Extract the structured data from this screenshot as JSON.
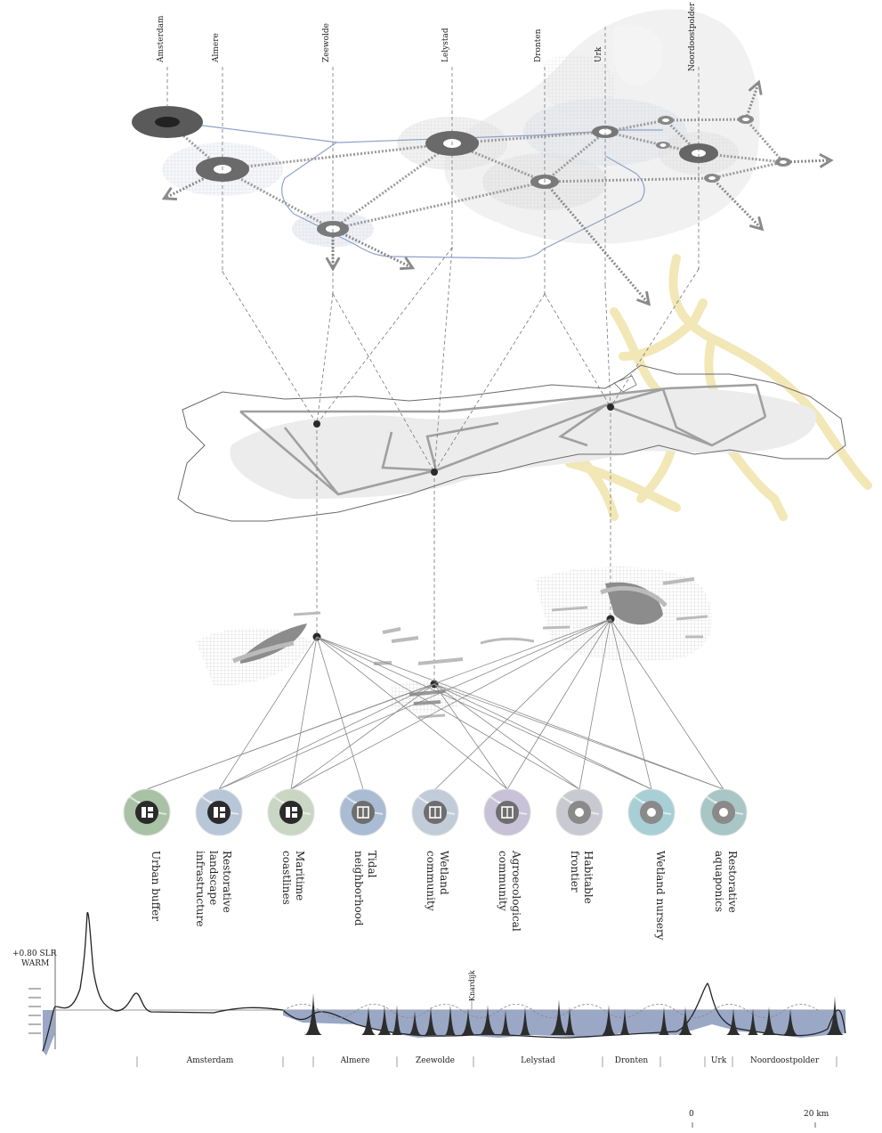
{
  "cities": [
    "Amsterdam",
    "Almere",
    "Zeewolde",
    "Lelystad",
    "Dronten",
    "Urk",
    "Noordoostpolder"
  ],
  "typologies": [
    {
      "label": "Urban buffer",
      "icon": "building-block-icon"
    },
    {
      "label": "Restorative landscape infrastructure",
      "icon": "building-block-icon"
    },
    {
      "label": "Maritime coastlines",
      "icon": "building-block-icon"
    },
    {
      "label": "Tidal neighborhood",
      "icon": "grid-block-icon"
    },
    {
      "label": "Wetland community",
      "icon": "grid-block-icon"
    },
    {
      "label": "Agroecological community",
      "icon": "grid-block-icon"
    },
    {
      "label": "Habitable frontier",
      "icon": "ring-icon"
    },
    {
      "label": "Wetland nursery",
      "icon": "ring-icon"
    },
    {
      "label": "Restorative aquaponics",
      "icon": "ring-icon"
    }
  ],
  "section": {
    "legend_line1": "+0.80 SLR",
    "legend_line2": "WARM",
    "annotation": "Knardijk",
    "regions": [
      "Amsterdam",
      "Almere",
      "Zeewolde",
      "Lelystad",
      "Dronten",
      "Urk",
      "Noordoostpolder"
    ]
  },
  "scale": {
    "start": "0",
    "end": "20 km"
  },
  "colors": {
    "water": "#9aa8c6",
    "dark": "#333333",
    "route": "#8fa2c8",
    "yellow": "#f3e7b6",
    "grey_land": "#ececec"
  }
}
